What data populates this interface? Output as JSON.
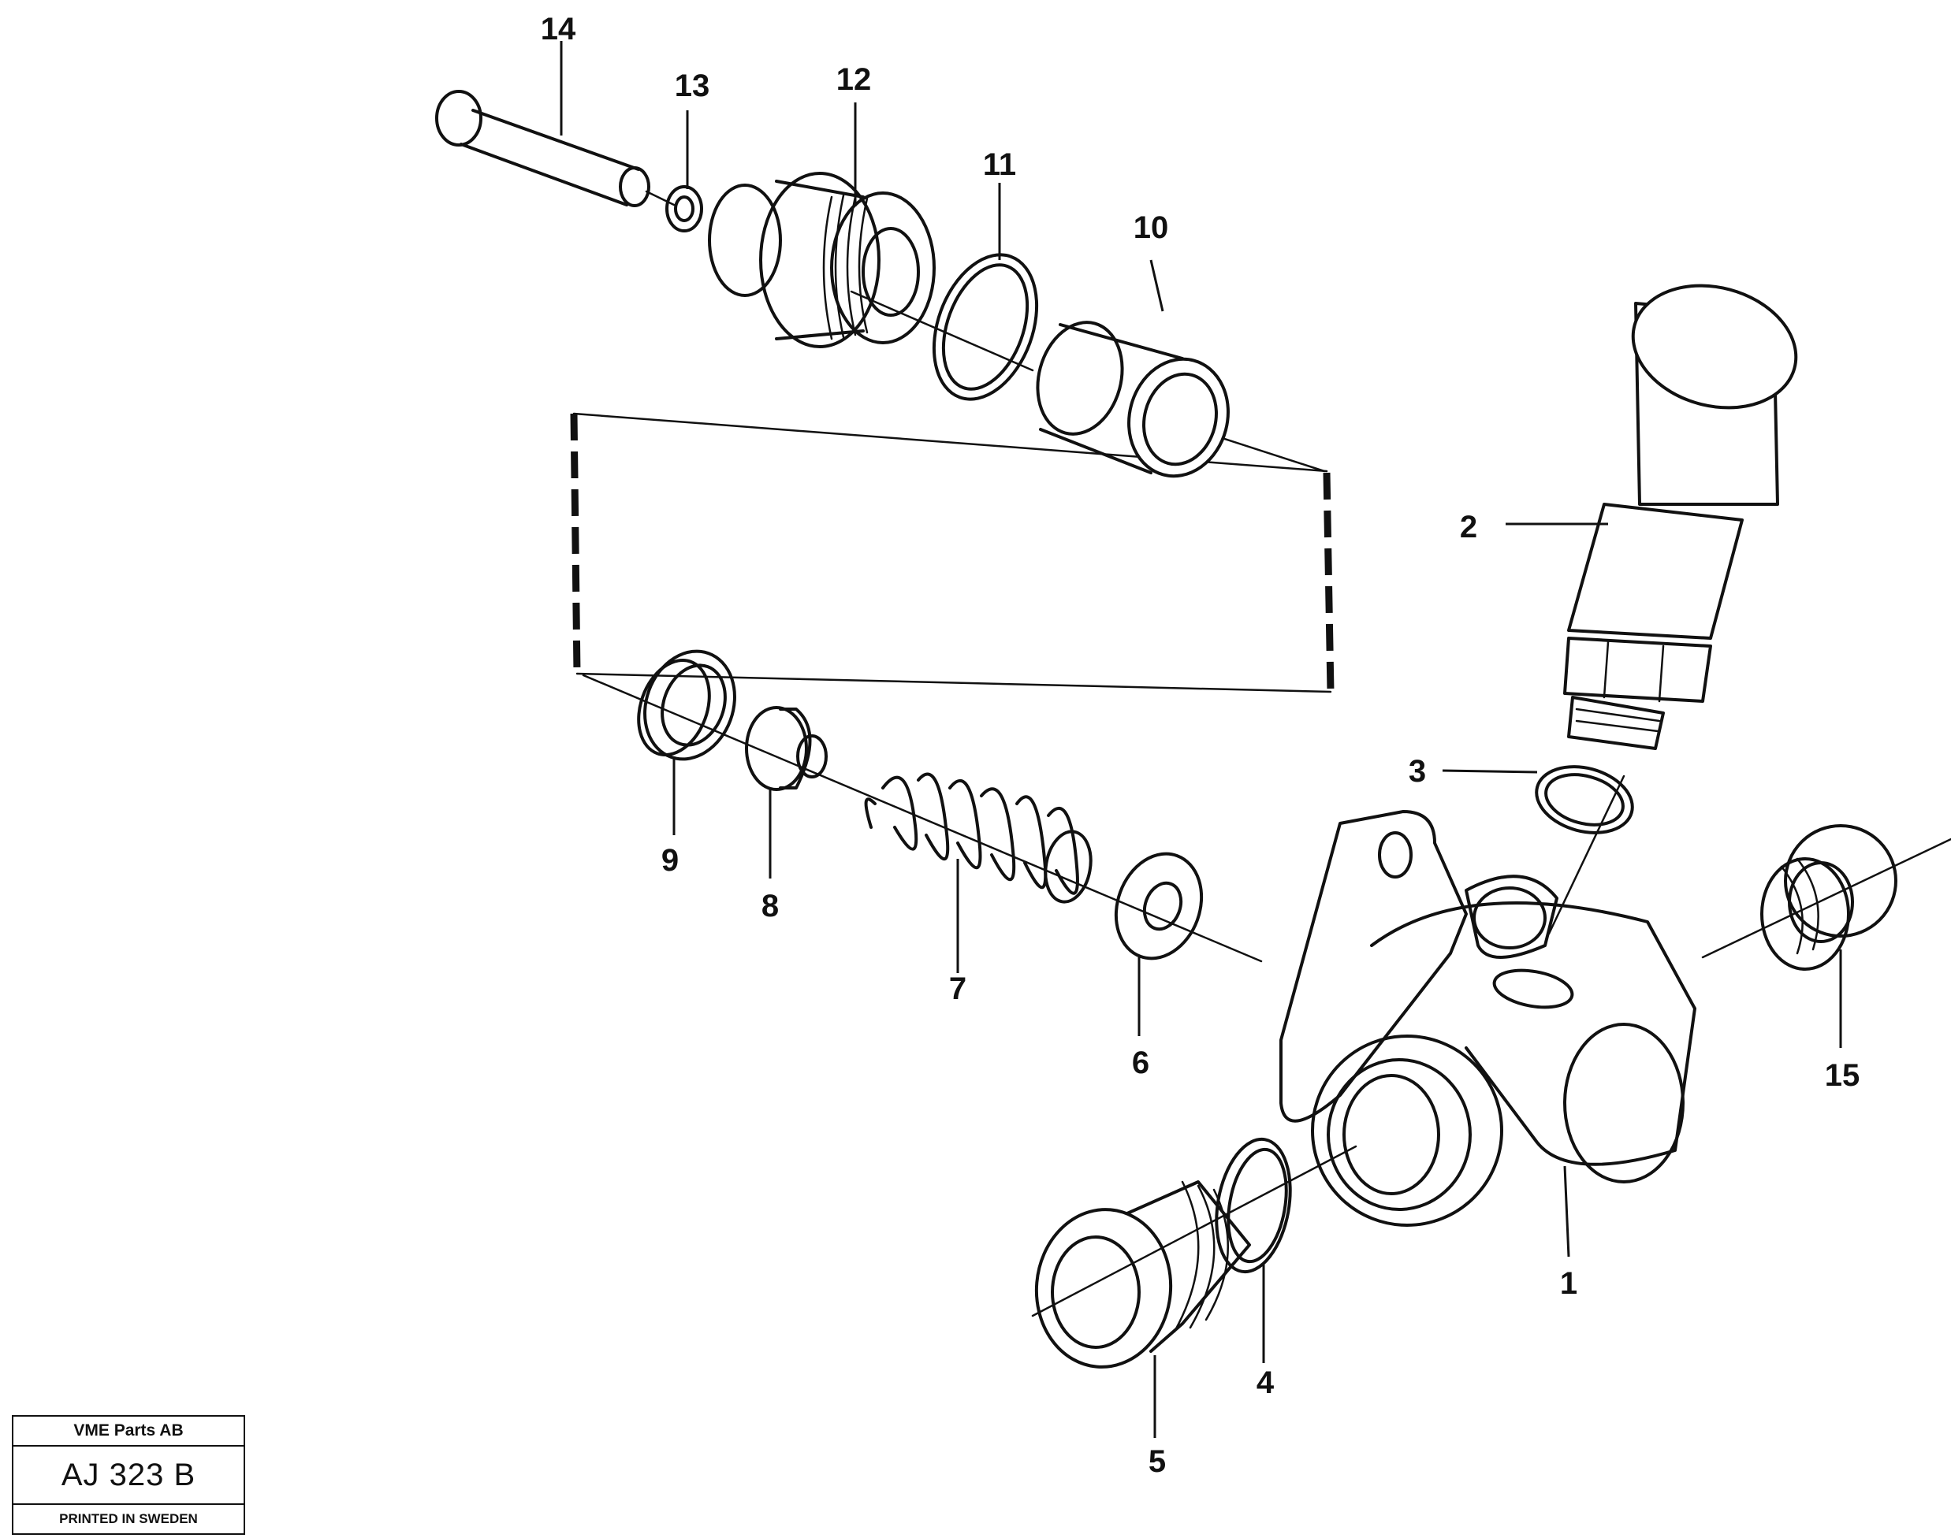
{
  "title_block": {
    "company": "VME Parts AB",
    "code": "AJ 323 B",
    "printed": "PRINTED IN SWEDEN"
  },
  "callouts": [
    "1",
    "2",
    "3",
    "4",
    "5",
    "6",
    "7",
    "8",
    "9",
    "10",
    "11",
    "12",
    "13",
    "14",
    "15"
  ]
}
